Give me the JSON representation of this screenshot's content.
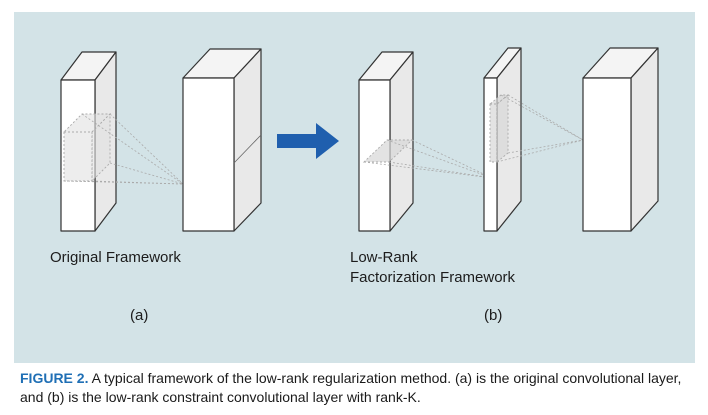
{
  "figure": {
    "panel_a": {
      "title": "Original Framework",
      "sublabel": "(a)"
    },
    "panel_b": {
      "title_line1": "Low-Rank",
      "title_line2": "Factorization Framework",
      "sublabel": "(b)"
    },
    "colors": {
      "panel_background": "#d3e3e7",
      "arrow": "#1f5fae",
      "caption_label": "#1f6fb5",
      "block_fill": "#ffffff",
      "block_stroke": "#333333"
    }
  },
  "caption": {
    "label": "FIGURE 2.",
    "text": " A typical framework of the low-rank regularization method. (a) is the original convolutional layer, and (b) is the low-rank constraint convolutional layer with rank-K."
  }
}
